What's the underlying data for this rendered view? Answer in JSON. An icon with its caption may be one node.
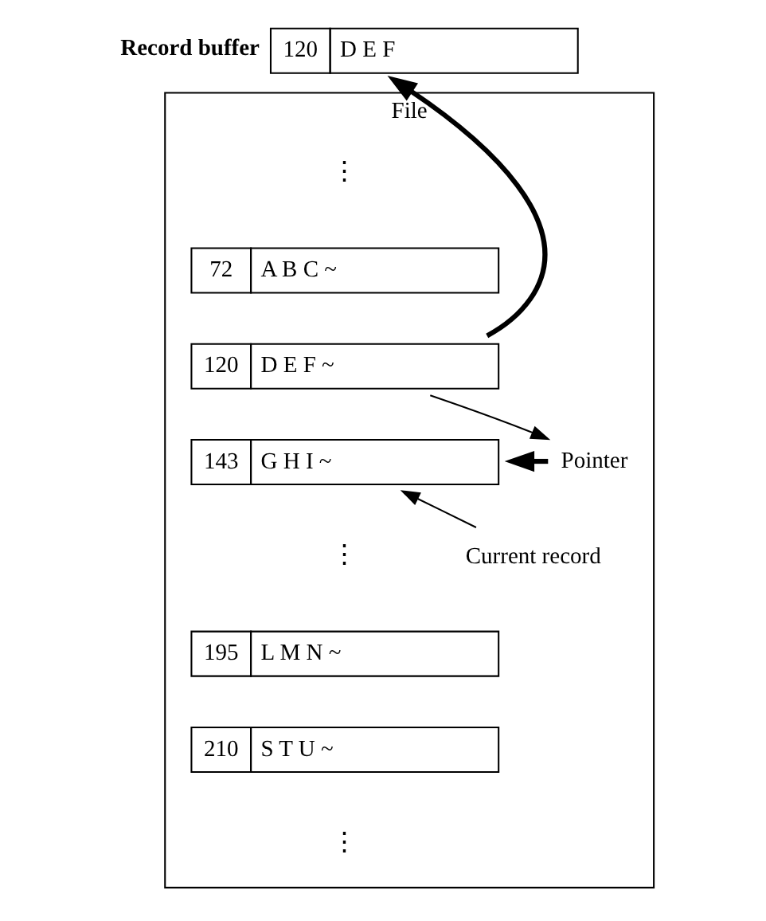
{
  "diagram": {
    "nodes": [
      {
        "text": [
          "120",
          "D E F"
        ],
        "beside": [
          "Record buffer"
        ]
      },
      {
        "text": [
          "File"
        ]
      },
      {
        "text": [
          "72",
          "A B C ~"
        ],
        "in": 1
      },
      {
        "text": [
          "120",
          "D E F ~"
        ],
        "in": 1
      },
      {
        "text": [
          "143",
          "G H I ~"
        ],
        "in": 1
      },
      {
        "text": [
          "195",
          "L M N ~"
        ],
        "in": 1
      },
      {
        "text": [
          "210",
          "S T U ~"
        ],
        "in": 1
      },
      {
        "text": [
          "Pointer"
        ],
        "in": 1
      },
      {
        "text": [
          "Current record"
        ],
        "in": 1
      }
    ],
    "edges": [
      {
        "from": 3,
        "to": 0,
        "arrow": "to",
        "style": "thick"
      },
      {
        "from": 3,
        "to": 7,
        "arrow": "to"
      },
      {
        "from": 7,
        "to": 4,
        "arrow": "to",
        "style": "thick"
      },
      {
        "from": 8,
        "to": 4,
        "arrow": "to"
      }
    ],
    "labels": [
      "⋮",
      "⋮",
      "⋮"
    ]
  }
}
